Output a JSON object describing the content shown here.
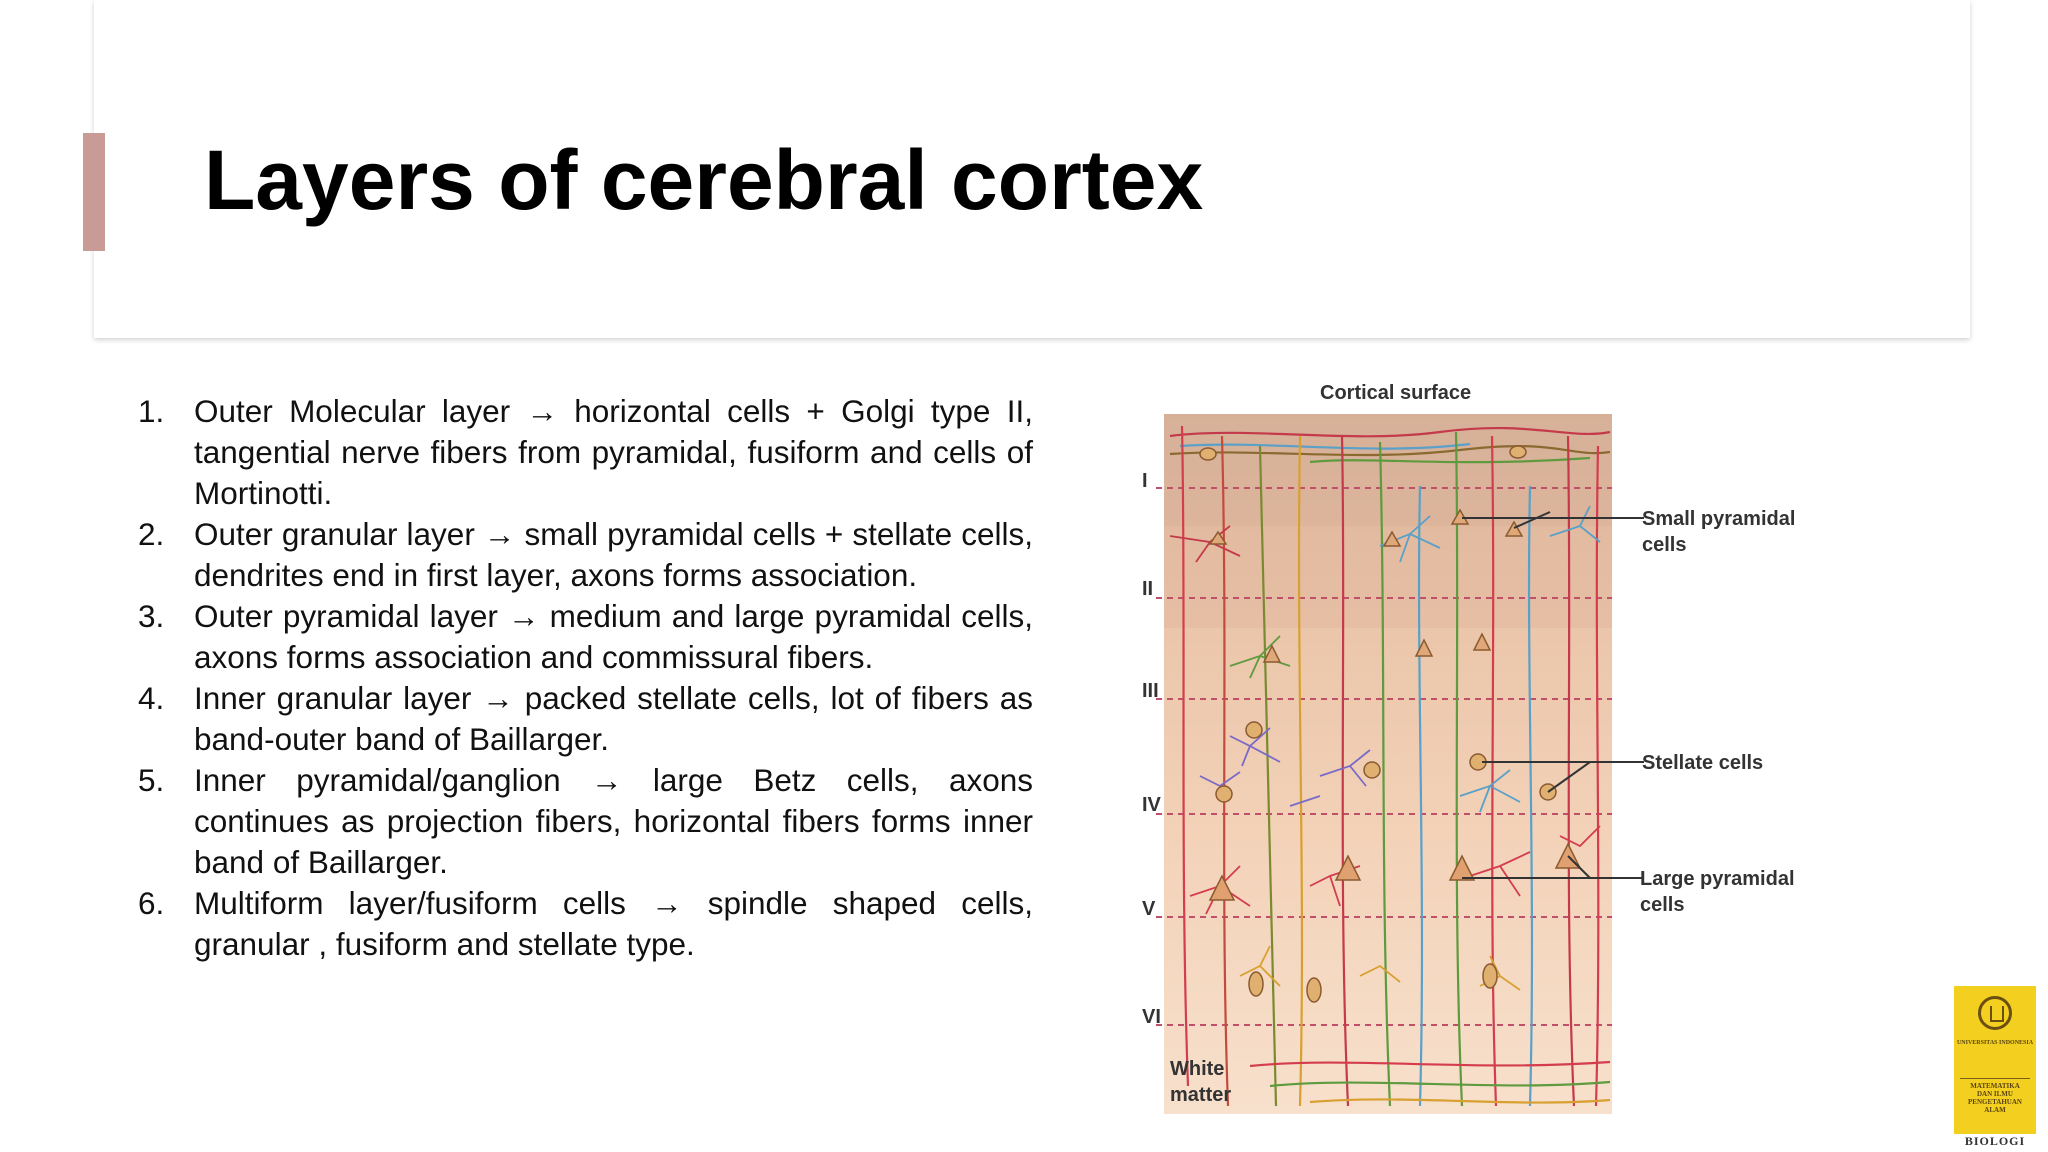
{
  "slide": {
    "title": "Layers of cerebral cortex",
    "colors": {
      "accent_bar": "#c99b96",
      "logo_bg": "#f3cf1f"
    }
  },
  "layers": [
    {
      "number": "1.",
      "text": "Outer Molecular layer → horizontal cells + Golgi type II, tangential nerve fibers from pyramidal, fusiform and cells of Mortinotti."
    },
    {
      "number": "2.",
      "text": "Outer granular layer → small pyramidal cells + stellate cells, dendrites end in first layer, axons forms association."
    },
    {
      "number": "3.",
      "text": "Outer pyramidal layer → medium and large pyramidal cells, axons forms association and commissural fibers."
    },
    {
      "number": "4.",
      "text": "Inner granular layer → packed stellate cells, lot of fibers as band-outer band of Baillarger."
    },
    {
      "number": "5.",
      "text": "Inner pyramidal/ganglion → large Betz cells, axons continues as projection fibers, horizontal fibers forms inner band of Baillarger."
    },
    {
      "number": "6.",
      "text": "Multiform layer/fusiform cells → spindle shaped cells, granular , fusiform and stellate type."
    }
  ],
  "figure": {
    "top_label": "Cortical surface",
    "roman_labels": [
      "I",
      "II",
      "III",
      "IV",
      "V",
      "VI"
    ],
    "bottom_label_line1": "White",
    "bottom_label_line2": "matter",
    "callouts": {
      "small_pyramidal_1": "Small pyramidal",
      "small_pyramidal_2": "cells",
      "stellate": "Stellate cells",
      "large_pyramidal_1": "Large pyramidal",
      "large_pyramidal_2": "cells"
    }
  },
  "logo": {
    "university": "UNIVERSITAS INDONESIA",
    "faculty_line1": "MATEMATIKA",
    "faculty_line2": "DAN ILMU",
    "faculty_line3": "PENGETAHUAN",
    "faculty_line4": "ALAM",
    "department": "BIOLOGI"
  }
}
